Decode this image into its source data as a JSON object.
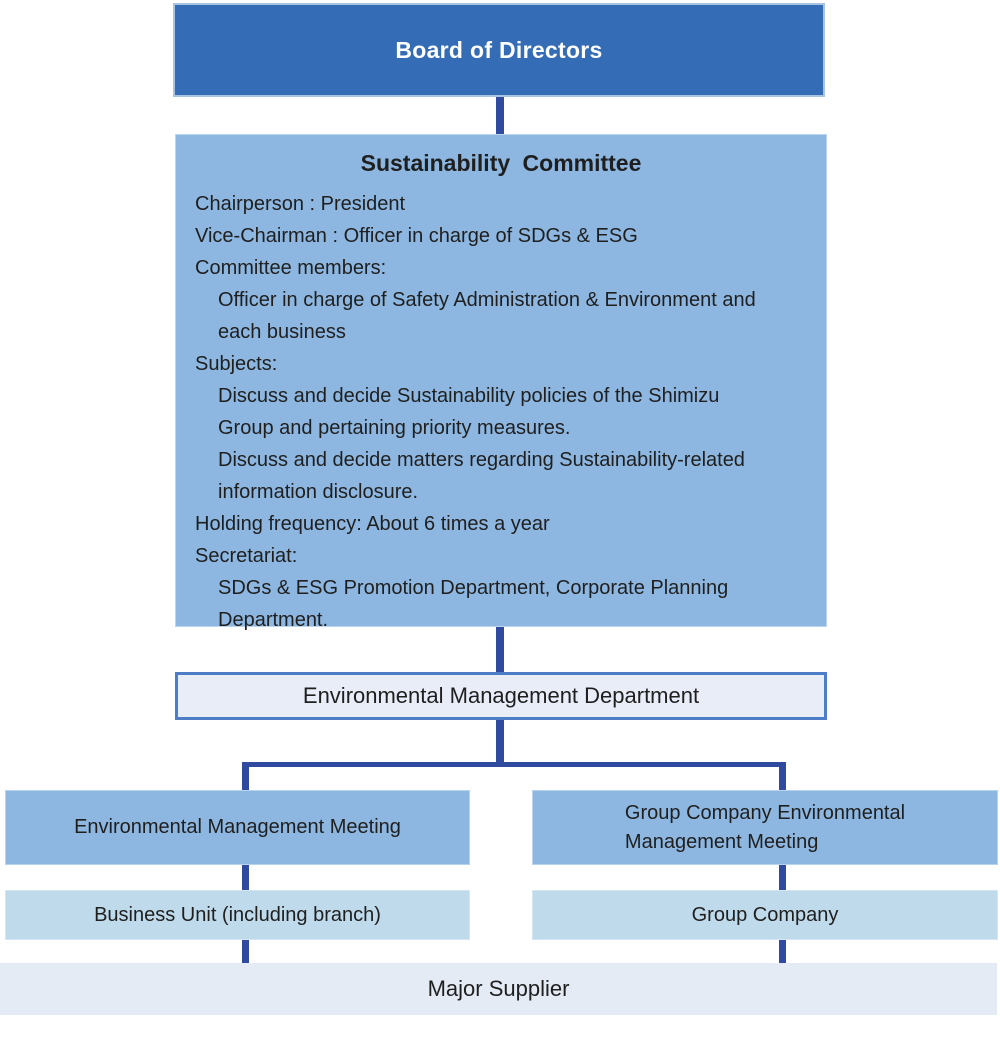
{
  "colors": {
    "board_bg": "#346cb5",
    "board_text": "#ffffff",
    "committee_bg": "#8db7e0",
    "meeting_bg": "#8db7e0",
    "unit_bg": "#bedaeb",
    "supplier_bg": "#e4ebf4",
    "department_bg": "#e9edf8",
    "department_border": "#4d7ec5",
    "connector": "#2f4a9e",
    "text": "#1f1f1f"
  },
  "nodes": {
    "board": {
      "label": "Board of Directors"
    },
    "committee": {
      "title": "Sustainability Committee",
      "lines": [
        {
          "text": "Chairperson : President",
          "indent": 0
        },
        {
          "text": "Vice-Chairman : Officer in charge of SDGs & ESG",
          "indent": 0
        },
        {
          "text": "Committee members:",
          "indent": 0
        },
        {
          "text": "Officer in charge of Safety Administration & Environment and",
          "indent": 1
        },
        {
          "text": "each business",
          "indent": 1
        },
        {
          "text": "Subjects:",
          "indent": 0
        },
        {
          "text": "Discuss and decide Sustainability policies of the Shimizu",
          "indent": 1
        },
        {
          "text": "Group and pertaining priority measures.",
          "indent": 1
        },
        {
          "text": "Discuss and decide matters regarding Sustainability-related",
          "indent": 1
        },
        {
          "text": "information disclosure.",
          "indent": 1
        },
        {
          "text": "Holding frequency: About 6 times a year",
          "indent": 0
        },
        {
          "text": "Secretariat:",
          "indent": 0
        },
        {
          "text": "SDGs & ESG Promotion Department, Corporate Planning",
          "indent": 1
        },
        {
          "text": "Department.",
          "indent": 1
        }
      ]
    },
    "department": {
      "label": "Environmental Management Department"
    },
    "meeting_left": {
      "label": "Environmental Management Meeting"
    },
    "meeting_right": {
      "line1": "Group Company Environmental",
      "line2": "Management Meeting"
    },
    "unit_left": {
      "label": "Business Unit (including branch)"
    },
    "unit_right": {
      "label": "Group Company"
    },
    "supplier": {
      "label": "Major Supplier"
    }
  }
}
